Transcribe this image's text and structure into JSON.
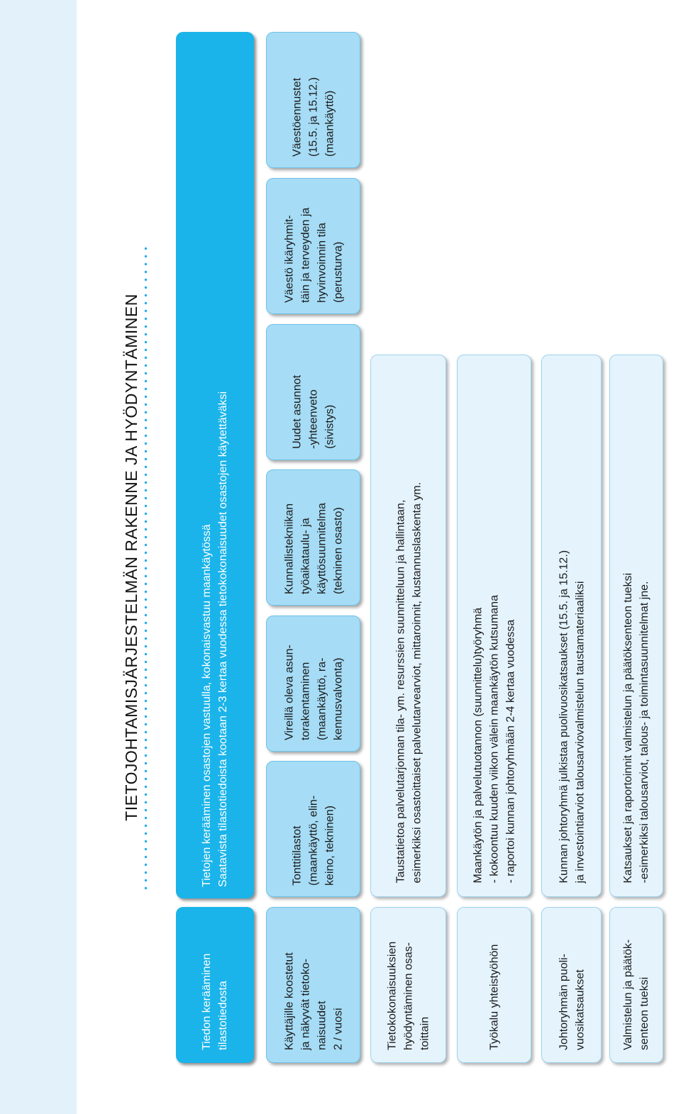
{
  "title": "TIETOJOHTAMISJÄRJESTELMÄN RAKENNE JA HYÖDYNTÄMINEN",
  "colors": {
    "dark_box": "#1ab4ea",
    "medium_box": "#a6dcf5",
    "light_box": "#e4f3fc",
    "dots": "#29abe2",
    "sidebar": "#e3f1fb"
  },
  "header": {
    "label": {
      "l1": "Tiedon kerääminen",
      "l2": "tilastotiedosta"
    },
    "description": {
      "l1": "Tietojen kerääminen osastojen vastuulla, kokonaisvastuu maankäytössä",
      "l2": "Saatavista tilastotiedoista kootaan 2-3 kertaa vuodessa tietokokonaisuudet osastojen käytettäväksi"
    }
  },
  "packages": {
    "label": {
      "l1": "Käyttäjille koostetut",
      "l2": "ja näkyvät tietoko-",
      "l3": "naisuudet",
      "l4": "2 / vuosi"
    },
    "items": [
      {
        "l1": "Tonttitilastot",
        "l2": "(maankäyttö, elin-",
        "l3": "keino, tekninen)"
      },
      {
        "l1": "Vireillä oleva asun-",
        "l2": "torakentaminen",
        "l3": "(maankäyttö, ra-",
        "l4": "kennusvalvonta)"
      },
      {
        "l1": "Kunnallistekniikan",
        "l2": "työaikataulu- ja",
        "l3": "käyttösuunnitelma",
        "l4": "(tekninen osasto)"
      },
      {
        "l1": "Uudet asunnot",
        "l2": "-yhteenveto",
        "l3": "(sivistys)"
      },
      {
        "l1": "Väestö ikäryhmit-",
        "l2": "täin ja terveyden ja",
        "l3": "hyvinvoinnin tila",
        "l4": "(perusturva)"
      },
      {
        "l1": "Väestöennustet",
        "l2": "(15.5. ja 15.12.)",
        "l3": "(maankäyttö)"
      }
    ]
  },
  "rows": [
    {
      "label": {
        "l1": "Tietokokonaisuuksien",
        "l2": "hyödyntäminen osas-",
        "l3": "toittain"
      },
      "text": {
        "l1": "Taustatietoa palvelutarjonnan tila- ym. resurssien suunnitteluun ja hallintaan,",
        "l2": "esimerkiksi osastoittaiset palvelutarvearviot, mittaroinnit, kustannuslaskenta ym."
      }
    },
    {
      "label": {
        "l1": "Työkalu yhteistyöhön"
      },
      "text": {
        "l1": "Maankäytön ja palvelutuotannon (suunnittelu)työryhmä",
        "l2": "- kokoontuu kuuden viikon välein maankäytön kutsumana",
        "l3": "- raportoi kunnan johtoryhmään 2-4 kertaa vuodessa"
      }
    },
    {
      "label": {
        "l1": "Johtoryhmän puoli-",
        "l2": "vuosikatsaukset"
      },
      "text": {
        "l1": "Kunnan johtoryhmä julkistaa puolivuosikatsaukset (15.5. ja 15.12.)",
        "l2": "ja investointiarviot talousarviovalmistelun taustamateriaaliksi"
      }
    },
    {
      "label": {
        "l1": "Valmistelun ja päätök-",
        "l2": "senteon tueksi"
      },
      "text": {
        "l1": "Katsaukset ja raportoinnit valmistelun ja päätöksenteon tueksi",
        "l2": "-esimerkiksi talousarviot, talous- ja toimintasuunnitelmat jne."
      }
    }
  ]
}
